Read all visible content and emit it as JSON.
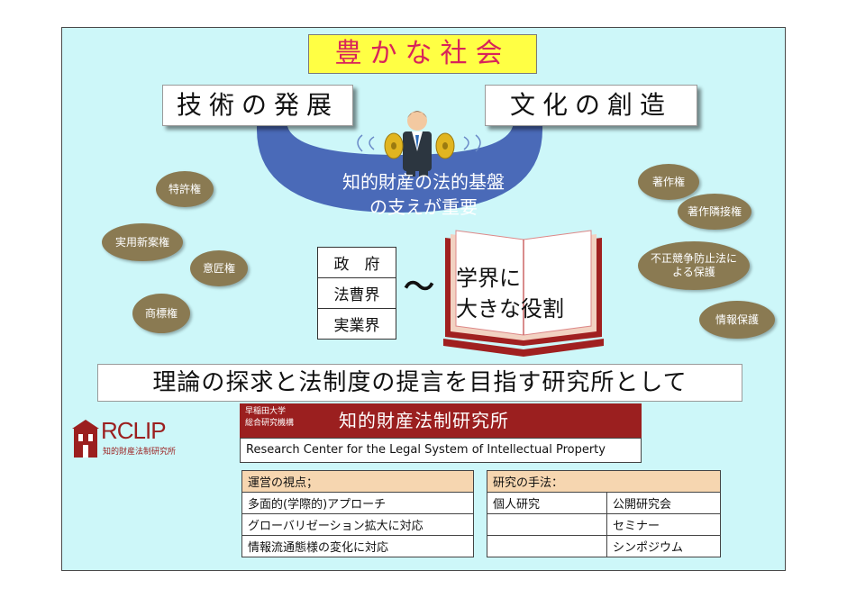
{
  "title": "豊かな社会",
  "top_boxes": {
    "left": "技術の発展",
    "right": "文化の創造"
  },
  "arc_text": [
    "知的財産の法的基盤",
    "の支えが重要"
  ],
  "left_rights": [
    "特許権",
    "実用新案権",
    "意匠権",
    "商標権"
  ],
  "right_rights": [
    "著作権",
    "著作隣接権",
    "不正競争防止法による保護",
    "情報保護"
  ],
  "actors": [
    "政　府",
    "法曹界",
    "実業界"
  ],
  "tilde": "～",
  "book_text": [
    "学界に",
    "大きな役割"
  ],
  "banner": "理論の探求と法制度の提言を目指す研究所として",
  "logo": {
    "text": "RCLIP",
    "caption": "知的財産法制研究所"
  },
  "institute": {
    "university": [
      "早稲田大学",
      "総合研究機構"
    ],
    "name": "知的財産法制研究所",
    "english": "Research Center for the Legal System of Intellectual Property"
  },
  "management": {
    "header": "運営の視点；",
    "items": [
      "多面的(学際的)アプローチ",
      "グローバリゼーション拡大に対応",
      "情報流通態様の変化に対応"
    ]
  },
  "methods": {
    "header": "研究の手法：",
    "rows": [
      [
        "個人研究",
        "公開研究会"
      ],
      [
        "",
        "セミナー"
      ],
      [
        "",
        "シンポジウム"
      ]
    ]
  },
  "colors": {
    "background": "#cdf7f9",
    "title_bg": "#ffff44",
    "title_text": "#d8245a",
    "arc": "#4a6ab8",
    "oval": "#8a7a52",
    "institute": "#9b1f1f",
    "table_header": "#f6d6b0"
  }
}
